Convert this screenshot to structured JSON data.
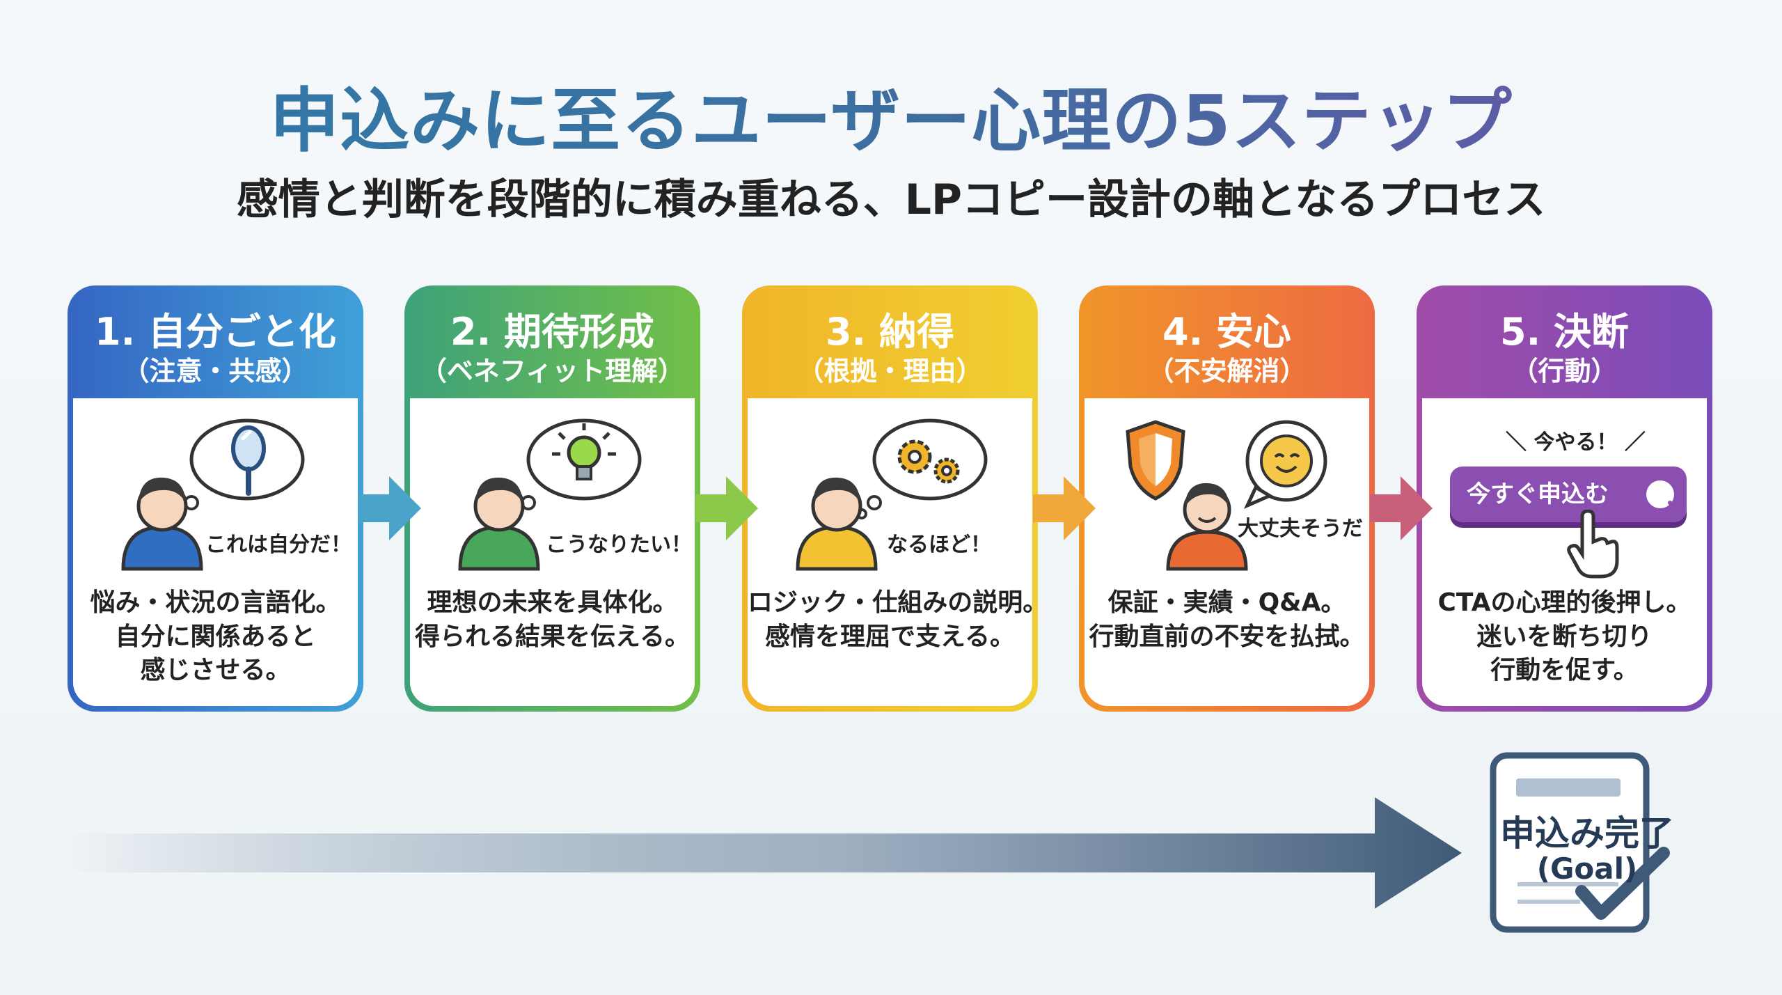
{
  "header": {
    "title": "申込みに至るユーザー心理の5ステップ",
    "subtitle": "感情と判断を段階的に積み重ねる、LPコピー設計の軸となるプロセス"
  },
  "steps": [
    {
      "title": "1. 自分ごと化",
      "sub": "（注意・共感）",
      "thought": "これは自分だ！",
      "desc": [
        "悩み・状況の言語化。",
        "自分に関係あると",
        "感じさせる。"
      ],
      "color": "#3a7fc8",
      "icon": "mirror-icon"
    },
    {
      "title": "2. 期待形成",
      "sub": "（ベネフィット理解）",
      "thought": "こうなりたい！",
      "desc": [
        "理想の未来を具体化。",
        "得られる結果を伝える。"
      ],
      "color": "#3fa56a",
      "icon": "lightbulb-icon"
    },
    {
      "title": "3. 納得",
      "sub": "（根拠・理由）",
      "thought": "なるほど！",
      "desc": [
        "ロジック・仕組みの説明。",
        "感情を理屈で支える。"
      ],
      "color": "#e7b82a",
      "icon": "gears-icon"
    },
    {
      "title": "4. 安心",
      "sub": "（不安解消）",
      "thought": "大丈夫そうだ",
      "desc": [
        "保証・実績・Q&A。",
        "行動直前の不安を払拭。"
      ],
      "color": "#ee7b36",
      "icon": "shield-icon"
    },
    {
      "title": "5. 決断",
      "sub": "（行動）",
      "thought": "＼ 今やる！ ／",
      "cta": "今すぐ申込む",
      "desc": [
        "CTAの心理的後押し。",
        "迷いを断ち切り",
        "行動を促す。"
      ],
      "color": "#8a4fb0",
      "icon": "cursor-hand-icon"
    }
  ],
  "goal": {
    "label": "申込み完了",
    "sub": "(Goal)"
  }
}
